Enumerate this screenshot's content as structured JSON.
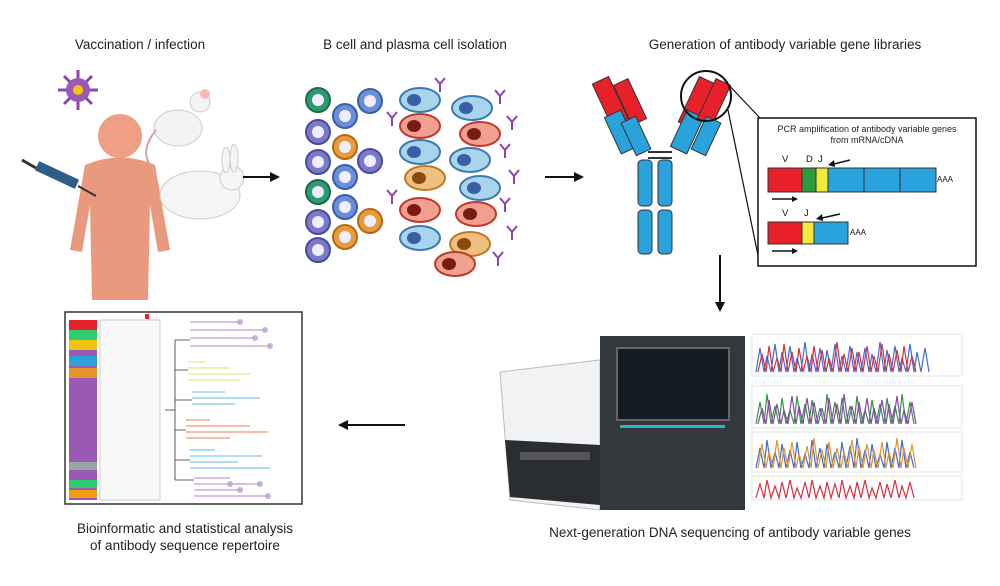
{
  "steps": {
    "vaccination": "Vaccination / infection",
    "isolation": "B cell and plasma cell isolation",
    "libraries": "Generation of antibody variable gene libraries",
    "sequencing": "Next-generation DNA sequencing of antibody variable genes",
    "analysis_line1": "Bioinformatic and statistical analysis",
    "analysis_line2": "of antibody sequence repertoire"
  },
  "pcr": {
    "title_line1": "PCR amplification of antibody variable genes",
    "title_line2": "from mRNA/cDNA",
    "heavy": {
      "v": "V",
      "d": "D",
      "j": "J",
      "tail": "AAA"
    },
    "light": {
      "v": "V",
      "j": "J",
      "tail": "AAA"
    }
  },
  "colors": {
    "v_region": "#e8202a",
    "d_region": "#2e9a3c",
    "j_region": "#f2e93c",
    "constant": "#2aa3dc",
    "arrow": "#111111"
  }
}
